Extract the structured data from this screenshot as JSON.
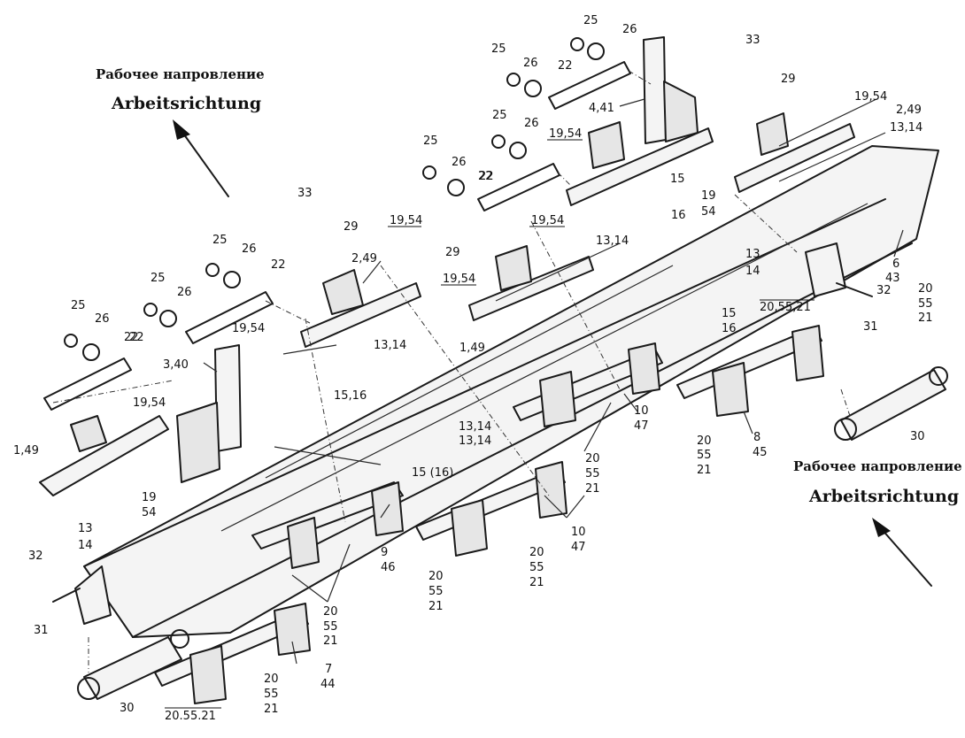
{
  "direction_top": {
    "ru": "Рабочее напровление",
    "de": "Arbeitsrichtung"
  },
  "direction_bottom": {
    "ru": "Рабочее напровление",
    "de": "Arbeitsrichtung"
  },
  "callouts": [
    "25",
    "26",
    "22",
    "4,41",
    "25",
    "26",
    "19,54",
    "33",
    "29",
    "19,54",
    "2,49",
    "13,14",
    "25",
    "26",
    "22",
    "15",
    "16",
    "19",
    "54",
    "25",
    "26",
    "22",
    "19,54",
    "13,14",
    "33",
    "29",
    "19,54",
    "2,49",
    "29",
    "19,54",
    "1,49",
    "13",
    "14",
    "20,55,21",
    "6",
    "43",
    "32",
    "31",
    "20",
    "55",
    "21",
    "25",
    "26",
    "22",
    "25",
    "26",
    "22",
    "19,54",
    "3,40",
    "13,14",
    "15",
    "16",
    "25",
    "26",
    "22",
    "19,54",
    "15,16",
    "1,49",
    "19",
    "54",
    "13",
    "14",
    "10",
    "47",
    "20",
    "55",
    "21",
    "8",
    "45",
    "13,14",
    "13,14",
    "15 (16)",
    "20",
    "55",
    "21",
    "10",
    "47",
    "30",
    "32",
    "31",
    "9",
    "46",
    "20",
    "55",
    "21",
    "20",
    "55",
    "21",
    "30",
    "20",
    "55",
    "21",
    "7",
    "44",
    "20.55.21",
    "20",
    "55",
    "21"
  ]
}
